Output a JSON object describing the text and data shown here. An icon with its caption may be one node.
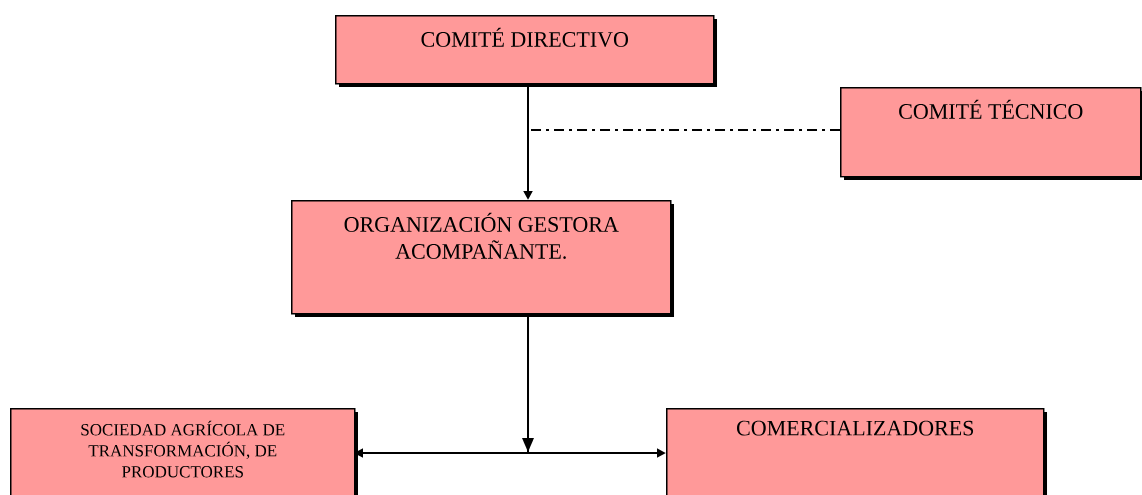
{
  "diagram": {
    "nodes": [
      {
        "text": [
          "COMITÉ DIRECTIVO"
        ]
      },
      {
        "text": [
          "COMITÉ TÉCNICO"
        ]
      },
      {
        "text": [
          "ORGANIZACIÓN GESTORA ACOMPAÑANTE."
        ]
      },
      {
        "text": [
          "SOCIEDAD AGRÍCOLA DE TRANSFORMACIÓN, DE PRODUCTORES"
        ]
      },
      {
        "text": [
          "COMERCIALIZADORES"
        ]
      }
    ],
    "edges": [
      {
        "from": 0,
        "to": 2,
        "arrow": "to"
      },
      {
        "from": 1,
        "to": null,
        "arrow": "none",
        "style": "dashed"
      },
      {
        "from": 2,
        "to": 3,
        "arrow": "to"
      },
      {
        "from": 2,
        "to": 4,
        "arrow": "to"
      }
    ]
  }
}
